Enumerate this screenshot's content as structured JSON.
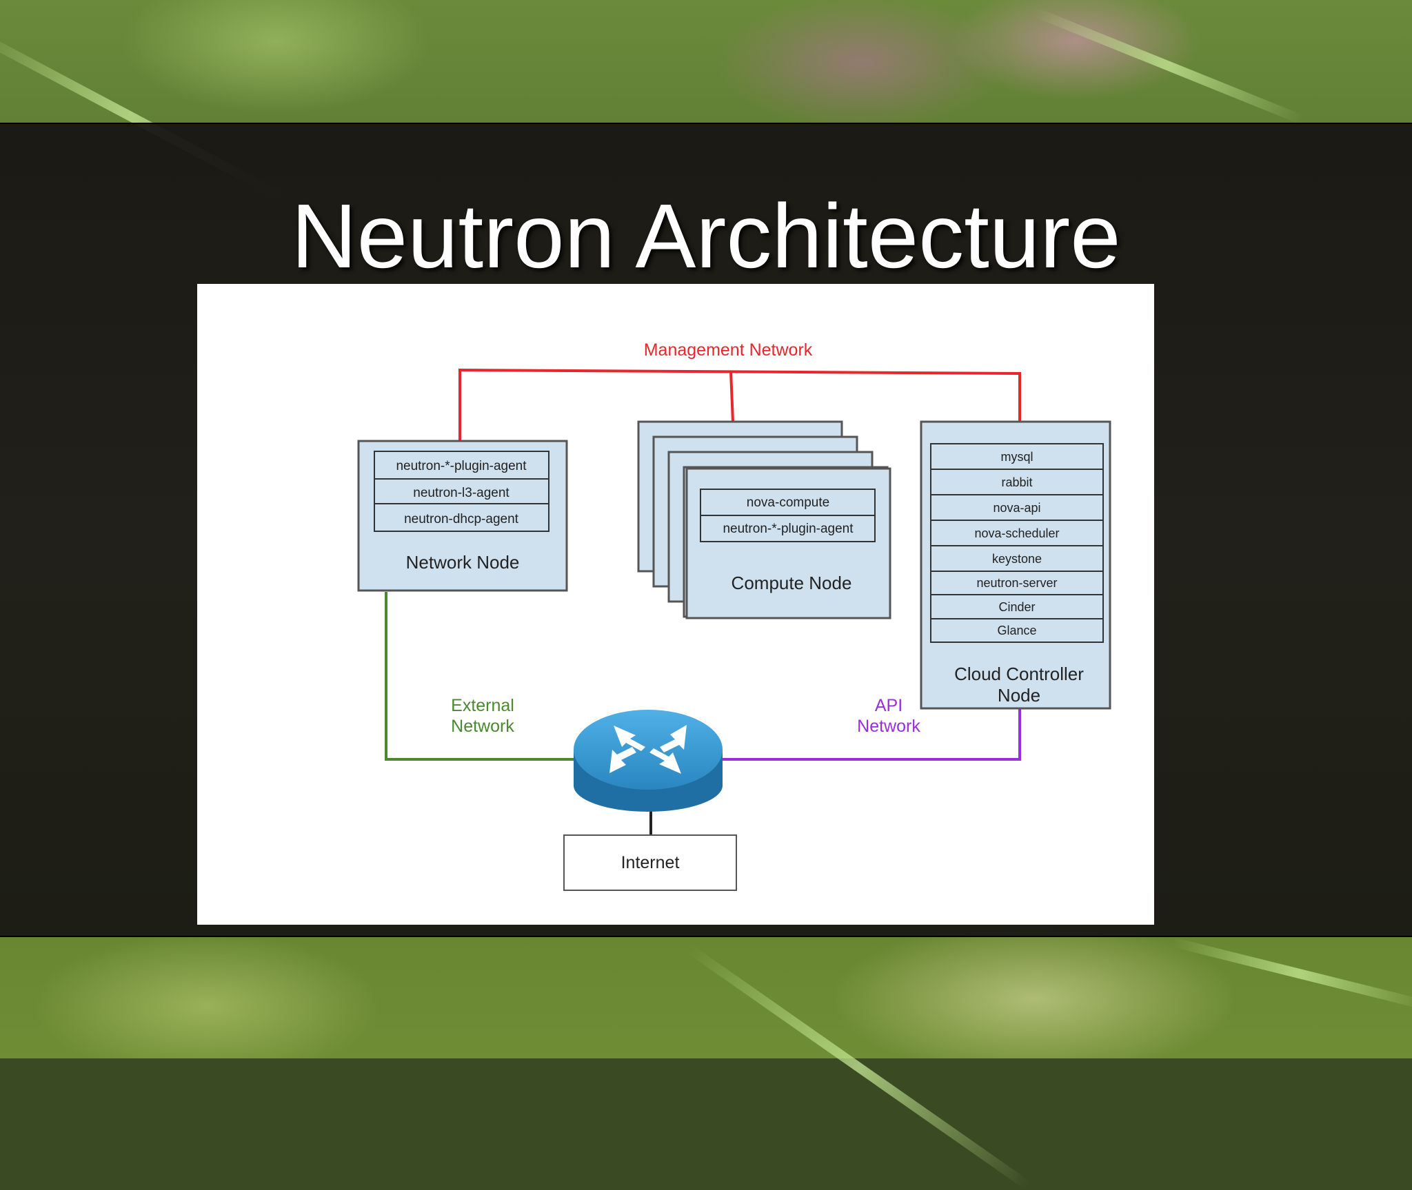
{
  "slide": {
    "title": "Neutron Architecture"
  },
  "diagram": {
    "management_label": "Management Network",
    "external_label_1": "External",
    "external_label_2": "Network",
    "api_label_1": "API",
    "api_label_2": "Network",
    "network_node": {
      "label": "Network Node",
      "services": [
        "neutron-*-plugin-agent",
        "neutron-l3-agent",
        "neutron-dhcp-agent"
      ]
    },
    "compute_node": {
      "label": "Compute Node",
      "services": [
        "nova-compute",
        "neutron-*-plugin-agent"
      ]
    },
    "controller_node": {
      "label_1": "Cloud Controller",
      "label_2": "Node",
      "services": [
        "mysql",
        "rabbit",
        "nova-api",
        "nova-scheduler",
        "keystone",
        "neutron-server",
        "Cinder",
        "Glance"
      ]
    },
    "internet_label": "Internet",
    "colors": {
      "management": "#e8262b",
      "external": "#4a8a2e",
      "api": "#9b2fe0",
      "node_fill": "#cfe0ef",
      "router": "#2e8fc8"
    }
  }
}
